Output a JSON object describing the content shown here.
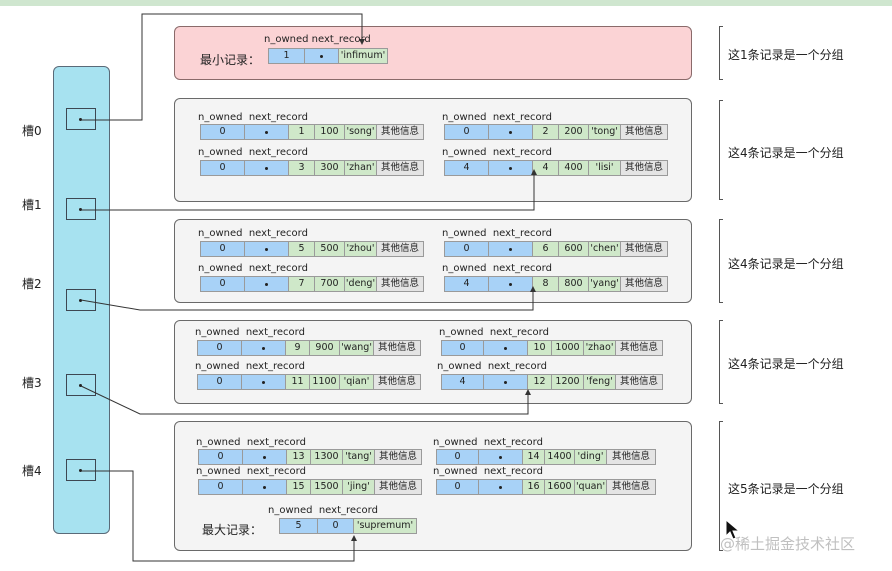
{
  "field_labels": {
    "n_owned": "n_owned",
    "next_record": "next_record"
  },
  "slots": [
    "槽0",
    "槽1",
    "槽2",
    "槽3",
    "槽4"
  ],
  "infimum": {
    "label": "最小记录：",
    "n_owned": "1",
    "name": "'infimum'"
  },
  "supremum": {
    "label": "最大记录：",
    "n_owned": "5",
    "next": "0",
    "name": "'supremum'"
  },
  "groups": [
    {
      "label": "这1条记录是一个分组"
    },
    {
      "label": "这4条记录是一个分组",
      "records": [
        {
          "n_owned": "0",
          "next": "1",
          "key": "100",
          "name": "'song'",
          "other": "其他信息"
        },
        {
          "n_owned": "0",
          "next": "2",
          "key": "200",
          "name": "'tong'",
          "other": "其他信息"
        },
        {
          "n_owned": "0",
          "next": "3",
          "key": "300",
          "name": "'zhan'",
          "other": "其他信息"
        },
        {
          "n_owned": "4",
          "next": "4",
          "key": "400",
          "name": "'lisi'",
          "other": "其他信息"
        }
      ]
    },
    {
      "label": "这4条记录是一个分组",
      "records": [
        {
          "n_owned": "0",
          "next": "5",
          "key": "500",
          "name": "'zhou'",
          "other": "其他信息"
        },
        {
          "n_owned": "0",
          "next": "6",
          "key": "600",
          "name": "'chen'",
          "other": "其他信息"
        },
        {
          "n_owned": "0",
          "next": "7",
          "key": "700",
          "name": "'deng'",
          "other": "其他信息"
        },
        {
          "n_owned": "4",
          "next": "8",
          "key": "800",
          "name": "'yang'",
          "other": "其他信息"
        }
      ]
    },
    {
      "label": "这4条记录是一个分组",
      "records": [
        {
          "n_owned": "0",
          "next": "9",
          "key": "900",
          "name": "'wang'",
          "other": "其他信息"
        },
        {
          "n_owned": "0",
          "next": "10",
          "key": "1000",
          "name": "'zhao'",
          "other": "其他信息"
        },
        {
          "n_owned": "0",
          "next": "11",
          "key": "1100",
          "name": "'qian'",
          "other": "其他信息"
        },
        {
          "n_owned": "4",
          "next": "12",
          "key": "1200",
          "name": "'feng'",
          "other": "其他信息"
        }
      ]
    },
    {
      "label": "这5条记录是一个分组",
      "records": [
        {
          "n_owned": "0",
          "next": "13",
          "key": "1300",
          "name": "'tang'",
          "other": "其他信息"
        },
        {
          "n_owned": "0",
          "next": "14",
          "key": "1400",
          "name": "'ding'",
          "other": "其他信息"
        },
        {
          "n_owned": "0",
          "next": "15",
          "key": "1500",
          "name": "'jing'",
          "other": "其他信息"
        },
        {
          "n_owned": "0",
          "next": "16",
          "key": "1600",
          "name": "'quan'",
          "other": "其他信息"
        }
      ]
    }
  ],
  "watermark": "@稀土掘金技术社区",
  "colors": {
    "slot_bar": "#a7e2f0",
    "min_group": "#fbd3d5",
    "group": "#f4f4f4",
    "cell_blue": "#a8d2f7",
    "cell_green": "#cfe8c9",
    "cell_gray": "#e4e4e4"
  }
}
